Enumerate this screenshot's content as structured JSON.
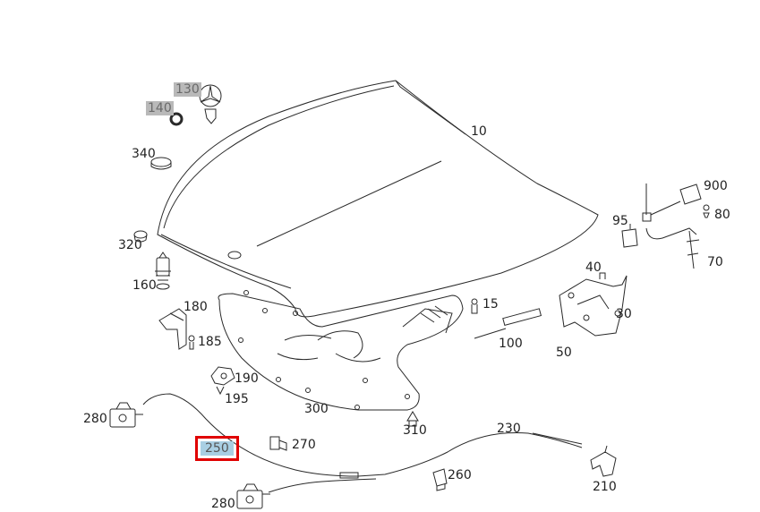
{
  "parts": [
    {
      "id": "p10",
      "label": "10"
    },
    {
      "id": "p15",
      "label": "15"
    },
    {
      "id": "p30",
      "label": "30"
    },
    {
      "id": "p40",
      "label": "40"
    },
    {
      "id": "p50",
      "label": "50"
    },
    {
      "id": "p70",
      "label": "70"
    },
    {
      "id": "p80",
      "label": "80"
    },
    {
      "id": "p95",
      "label": "95"
    },
    {
      "id": "p100",
      "label": "100"
    },
    {
      "id": "p130",
      "label": "130",
      "style": "grey"
    },
    {
      "id": "p140",
      "label": "140",
      "style": "grey"
    },
    {
      "id": "p160",
      "label": "160"
    },
    {
      "id": "p180",
      "label": "180"
    },
    {
      "id": "p185",
      "label": "185"
    },
    {
      "id": "p190",
      "label": "190"
    },
    {
      "id": "p195",
      "label": "195"
    },
    {
      "id": "p210",
      "label": "210"
    },
    {
      "id": "p230",
      "label": "230"
    },
    {
      "id": "p250",
      "label": "250",
      "style": "selected"
    },
    {
      "id": "p260",
      "label": "260"
    },
    {
      "id": "p270",
      "label": "270"
    },
    {
      "id": "p280a",
      "label": "280"
    },
    {
      "id": "p280b",
      "label": "280"
    },
    {
      "id": "p300",
      "label": "300"
    },
    {
      "id": "p310",
      "label": "310"
    },
    {
      "id": "p320",
      "label": "320"
    },
    {
      "id": "p340",
      "label": "340"
    },
    {
      "id": "p900",
      "label": "900"
    }
  ],
  "colors": {
    "line": "#2a2a2a",
    "selected_outline": "#e00000",
    "selected_fill": "#a9cfe3",
    "grey_fill": "#b9b9b9"
  }
}
